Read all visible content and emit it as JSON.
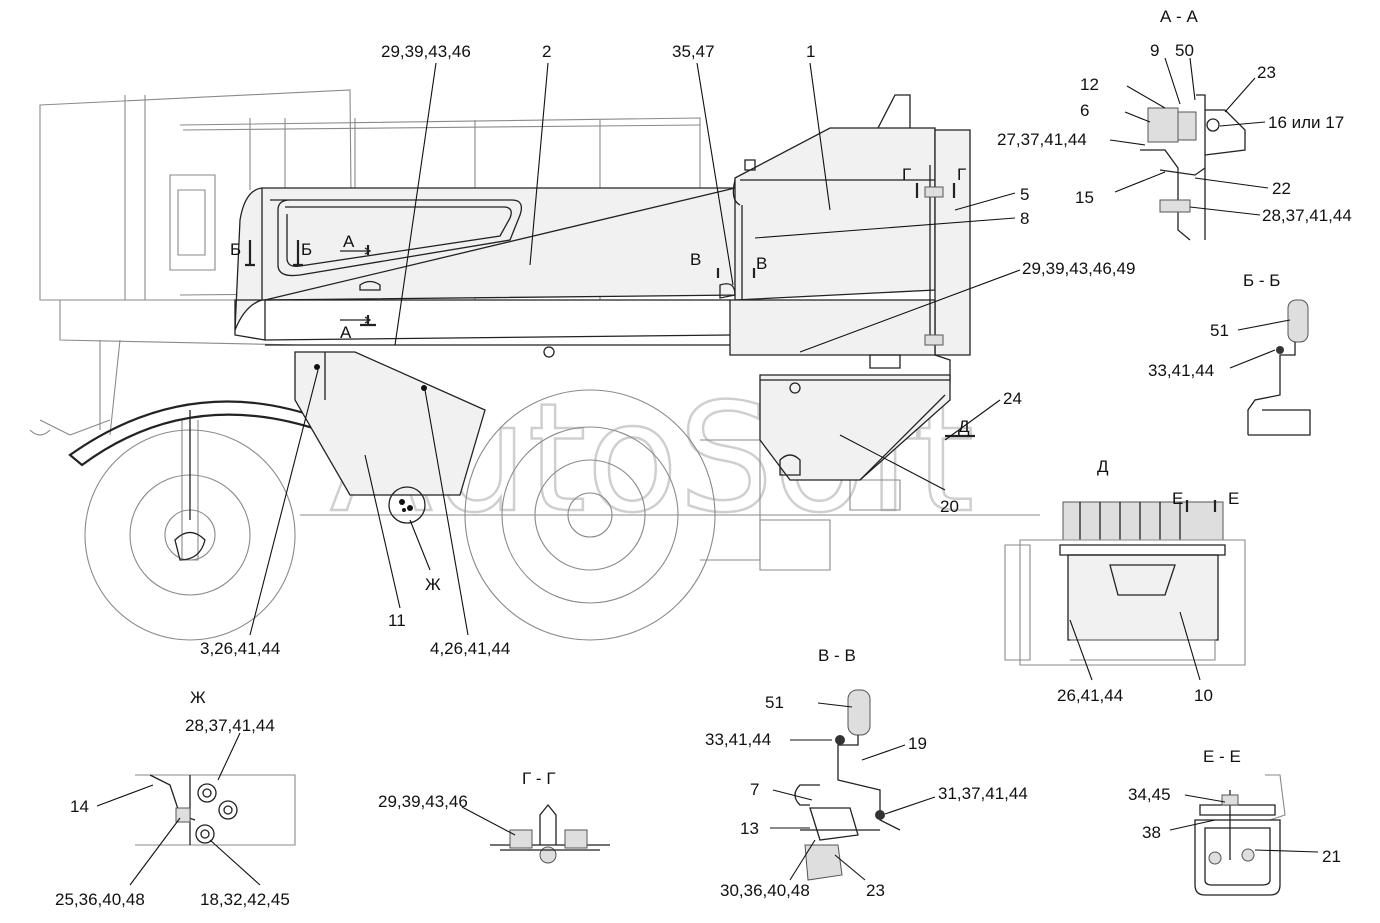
{
  "watermark": "AutoSoft",
  "labels": [
    {
      "id": "29-39-43-46-top",
      "text": "29,39,43,46"
    },
    {
      "id": "2",
      "text": "2"
    },
    {
      "id": "35-47",
      "text": "35,47"
    },
    {
      "id": "1",
      "text": "1"
    },
    {
      "id": "5",
      "text": "5"
    },
    {
      "id": "8",
      "text": "8"
    },
    {
      "id": "29-39-43-46-49",
      "text": "29,39,43,46,49"
    },
    {
      "id": "24",
      "text": "24"
    },
    {
      "id": "20",
      "text": "20"
    },
    {
      "id": "11",
      "text": "11"
    },
    {
      "id": "zh",
      "text": "Ж"
    },
    {
      "id": "3-26-41-44",
      "text": "3,26,41,44"
    },
    {
      "id": "4-26-41-44",
      "text": "4,26,41,44"
    },
    {
      "id": "g-left",
      "text": "Г"
    },
    {
      "id": "g-right",
      "text": "Г"
    },
    {
      "id": "b-left",
      "text": "Б"
    },
    {
      "id": "b-right",
      "text": "Б"
    },
    {
      "id": "a-top",
      "text": "А"
    },
    {
      "id": "a-bottom",
      "text": "А"
    },
    {
      "id": "v-left",
      "text": "В"
    },
    {
      "id": "v-right",
      "text": "В"
    },
    {
      "id": "d-arrow",
      "text": "Д"
    }
  ],
  "views": {
    "aa": {
      "title": "А - А",
      "labels": [
        {
          "id": "9",
          "text": "9"
        },
        {
          "id": "50",
          "text": "50"
        },
        {
          "id": "23",
          "text": "23"
        },
        {
          "id": "12",
          "text": "12"
        },
        {
          "id": "6",
          "text": "6"
        },
        {
          "id": "16-17",
          "text": "16 или 17"
        },
        {
          "id": "27-37-41-44",
          "text": "27,37,41,44"
        },
        {
          "id": "15",
          "text": "15"
        },
        {
          "id": "22",
          "text": "22"
        },
        {
          "id": "28-37-41-44",
          "text": "28,37,41,44"
        }
      ]
    },
    "bb": {
      "title": "Б - Б",
      "labels": [
        {
          "id": "51",
          "text": "51"
        },
        {
          "id": "33-41-44",
          "text": "33,41,44"
        }
      ]
    },
    "d": {
      "title": "Д",
      "labels": [
        {
          "id": "e-left",
          "text": "Е"
        },
        {
          "id": "e-right",
          "text": "Е"
        },
        {
          "id": "26-41-44",
          "text": "26,41,44"
        },
        {
          "id": "10",
          "text": "10"
        }
      ]
    },
    "vv": {
      "title": "В - В",
      "labels": [
        {
          "id": "51",
          "text": "51"
        },
        {
          "id": "33-41-44",
          "text": "33,41,44"
        },
        {
          "id": "19",
          "text": "19"
        },
        {
          "id": "7",
          "text": "7"
        },
        {
          "id": "31-37-41-44",
          "text": "31,37,41,44"
        },
        {
          "id": "13",
          "text": "13"
        },
        {
          "id": "30-36-40-48",
          "text": "30,36,40,48"
        },
        {
          "id": "23",
          "text": "23"
        }
      ]
    },
    "gg": {
      "title": "Г - Г",
      "labels": [
        {
          "id": "29-39-43-46",
          "text": "29,39,43,46"
        }
      ]
    },
    "zh": {
      "title": "Ж",
      "labels": [
        {
          "id": "28-37-41-44",
          "text": "28,37,41,44"
        },
        {
          "id": "14",
          "text": "14"
        },
        {
          "id": "25-36-40-48",
          "text": "25,36,40,48"
        },
        {
          "id": "18-32-42-45",
          "text": "18,32,42,45"
        }
      ]
    },
    "ee": {
      "title": "Е - Е",
      "labels": [
        {
          "id": "34-45",
          "text": "34,45"
        },
        {
          "id": "38",
          "text": "38"
        },
        {
          "id": "21",
          "text": "21"
        }
      ]
    }
  }
}
